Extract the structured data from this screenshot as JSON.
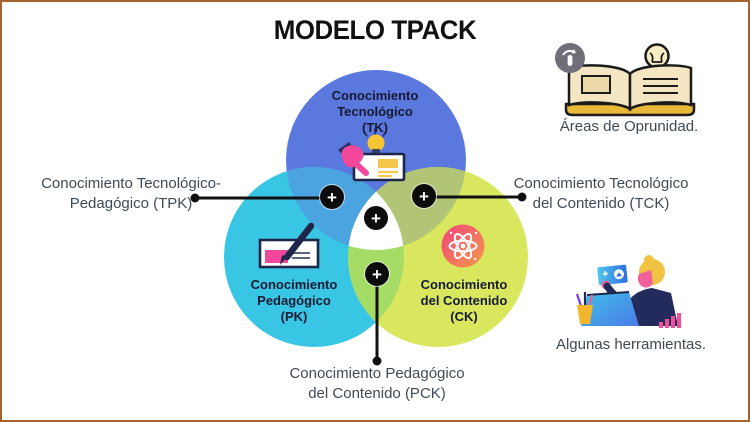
{
  "slide": {
    "title": "MODELO TPACK",
    "background_color": "#FFFFFF",
    "border_color": "#A5632E"
  },
  "venn": {
    "plus_button_symbol": "+",
    "circles": [
      {
        "key": "tk",
        "color": "#5B78DE",
        "label_lines": [
          "Conocimiento",
          "Tecnológico",
          "(TK)"
        ],
        "icon": "whiteboard-lightbulb-icon"
      },
      {
        "key": "pk",
        "color": "#38C6E4",
        "label_lines": [
          "Conocimiento",
          "Pedagógico",
          "(PK)"
        ],
        "icon": "pen-writing-icon"
      },
      {
        "key": "ck",
        "color": "#D9E75F",
        "label_lines": [
          "Conocimiento",
          "del Contenido",
          "(CK)"
        ],
        "icon": "atom-icon"
      }
    ],
    "overlaps": {
      "tk_pk_color": "#4BA4DF",
      "tk_ck_color": "#B2C577",
      "pk_ck_color": "#A4DC66",
      "center_color": "#FFFFFF"
    },
    "callouts": [
      {
        "key": "tpk",
        "side": "left",
        "lines": [
          "Conocimiento Tecnológico-",
          "Pedagógico (TPK)"
        ]
      },
      {
        "key": "tck",
        "side": "right",
        "lines": [
          "Conocimiento Tecnológico",
          "del Contenido (TCK)"
        ]
      },
      {
        "key": "pck",
        "side": "bottom",
        "lines": [
          "Conocimiento Pedagógico",
          "del Contenido (PCK)"
        ]
      }
    ]
  },
  "side_panels": [
    {
      "key": "areas-de-oportunidad",
      "caption": "Áreas de Oprunidad.",
      "illustration": "open-book-lightbulb",
      "has_tap_badge": true
    },
    {
      "key": "algunas-herramientas",
      "caption": "Algunas herramientas.",
      "illustration": "person-at-laptop",
      "has_tap_badge": false
    }
  ],
  "text_colors": {
    "title": "#111111",
    "circle_labels": "#161B33",
    "callouts": "#3E4A56"
  }
}
